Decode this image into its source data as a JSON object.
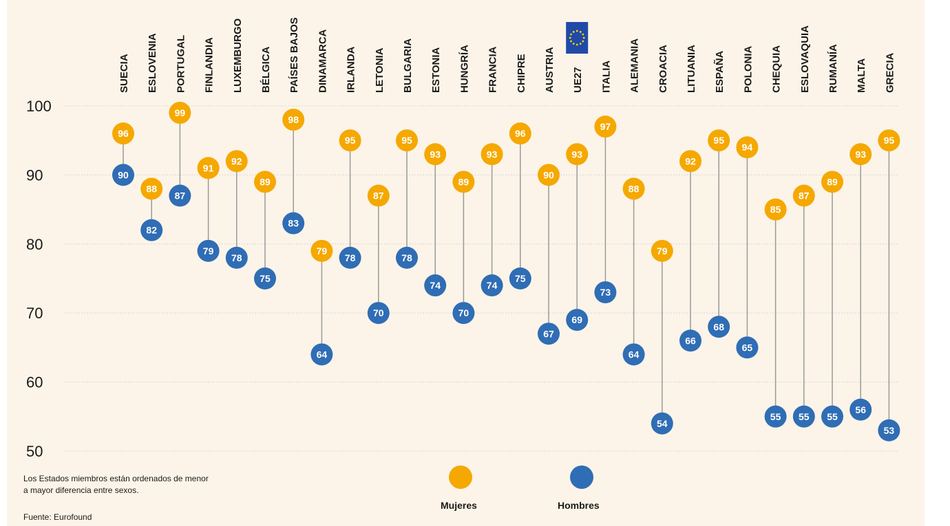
{
  "colors": {
    "women": "#f5a800",
    "men": "#2f6db5",
    "line": "#9a9a9a",
    "grid": "#d6d6d6",
    "background": "#fcf4e8",
    "eu_flag": "#1f4aa8",
    "eu_stars": "#ffd400"
  },
  "notes": {
    "line1": "Los Estados miembros están ordenados de menor",
    "line2": "a mayor diferencia entre sexos.",
    "source": "Fuente: Eurofound"
  },
  "legend": {
    "women": "Mujeres",
    "men": "Hombres"
  },
  "chart_data": {
    "type": "dot-plot",
    "ylim": [
      50,
      100
    ],
    "yticks": [
      "100",
      "90",
      "80",
      "70",
      "60",
      "50"
    ],
    "grid": true,
    "legend_position": "bottom-center",
    "categories": [
      "SUECIA",
      "ESLOVENIA",
      "PORTUGAL",
      "FINLANDIA",
      "LUXEMBURGO",
      "BÉLGICA",
      "PAÍSES BAJOS",
      "DINAMARCA",
      "IRLANDA",
      "LETONIA",
      "BULGARIA",
      "ESTONIA",
      "HUNGRÍA",
      "FRANCIA",
      "CHIPRE",
      "AUSTRIA",
      "UE27",
      "ITALIA",
      "ALEMANIA",
      "CROACIA",
      "LITUANIA",
      "ESPAÑA",
      "POLONIA",
      "CHEQUIA",
      "ESLOVAQUIA",
      "RUMANÍA",
      "MALTA",
      "GRECIA"
    ],
    "series": [
      {
        "name": "Mujeres",
        "values": [
          96,
          88,
          99,
          91,
          92,
          89,
          98,
          79,
          95,
          87,
          95,
          93,
          89,
          93,
          96,
          90,
          93,
          97,
          88,
          79,
          92,
          95,
          94,
          85,
          87,
          89,
          93,
          95
        ]
      },
      {
        "name": "Hombres",
        "values": [
          90,
          82,
          87,
          79,
          78,
          75,
          83,
          64,
          78,
          70,
          78,
          74,
          70,
          74,
          75,
          67,
          69,
          73,
          64,
          54,
          66,
          68,
          65,
          55,
          55,
          55,
          56,
          53
        ]
      }
    ]
  }
}
